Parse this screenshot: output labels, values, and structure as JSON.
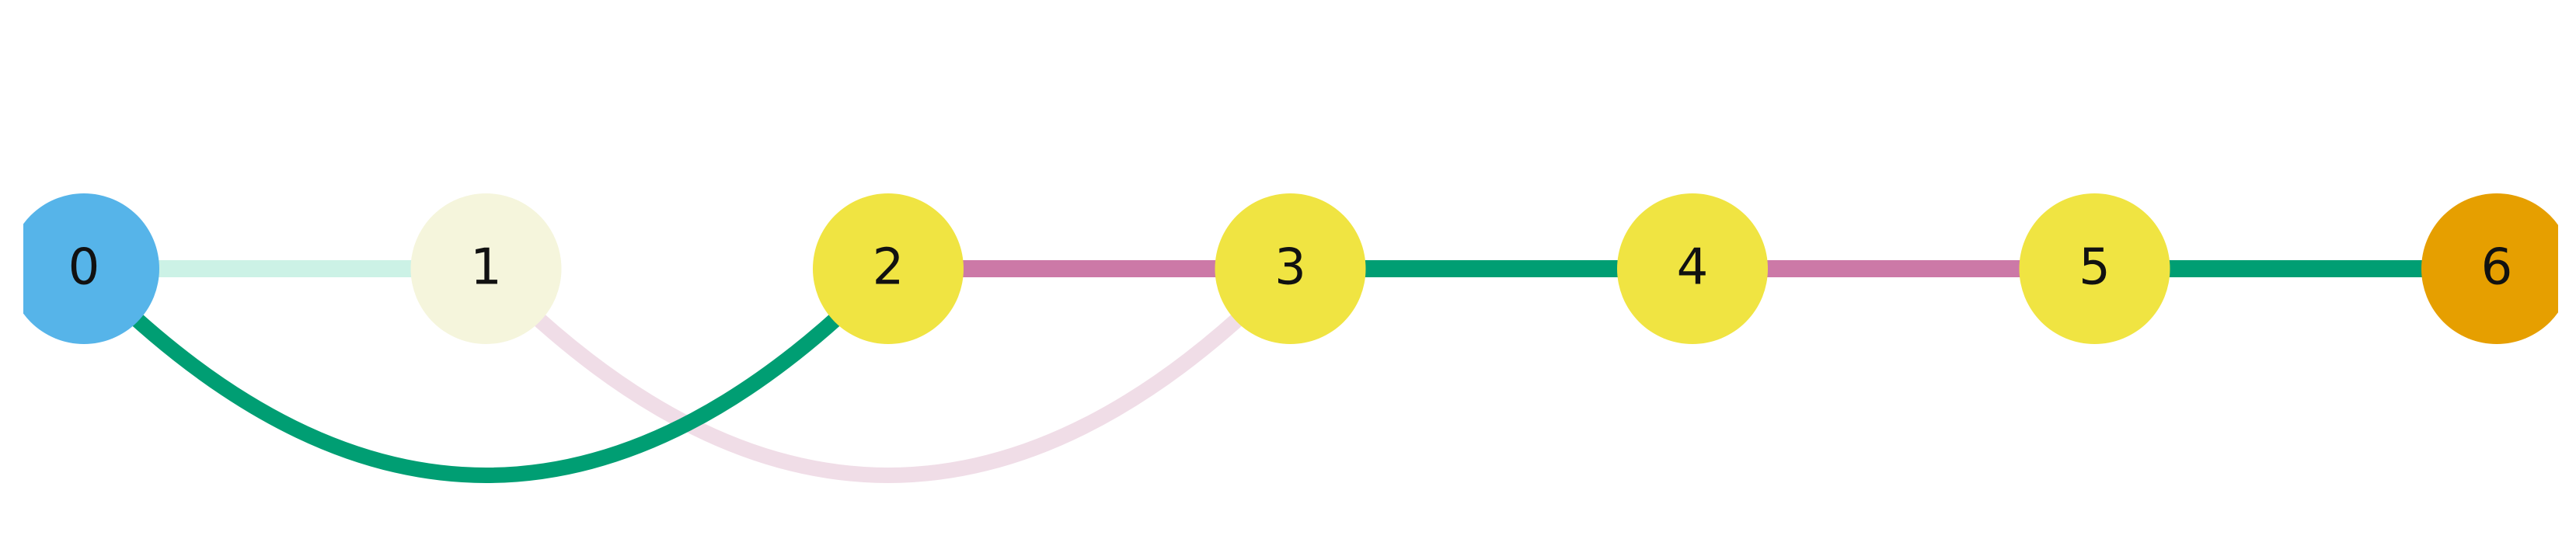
{
  "diagram": {
    "nodes": [
      {
        "id": 0,
        "label": "0",
        "color": "#56B4E9"
      },
      {
        "id": 1,
        "label": "1",
        "color": "#F5F5DC"
      },
      {
        "id": 2,
        "label": "2",
        "color": "#F0E442"
      },
      {
        "id": 3,
        "label": "3",
        "color": "#F0E442"
      },
      {
        "id": 4,
        "label": "4",
        "color": "#F0E442"
      },
      {
        "id": 5,
        "label": "5",
        "color": "#F0E442"
      },
      {
        "id": 6,
        "label": "6",
        "color": "#E69F00"
      }
    ],
    "edges": [
      {
        "source": 0,
        "target": 1,
        "style": "straight",
        "color": "#CCF2E6"
      },
      {
        "source": 2,
        "target": 3,
        "style": "straight",
        "color": "#CC79A7"
      },
      {
        "source": 3,
        "target": 4,
        "style": "straight",
        "color": "#009E73"
      },
      {
        "source": 4,
        "target": 5,
        "style": "straight",
        "color": "#CC79A7"
      },
      {
        "source": 5,
        "target": 6,
        "style": "straight",
        "color": "#009E73"
      },
      {
        "source": 0,
        "target": 2,
        "style": "arc",
        "color": "#009E73"
      },
      {
        "source": 1,
        "target": 3,
        "style": "arc",
        "color": "#F0DDE7"
      }
    ]
  }
}
